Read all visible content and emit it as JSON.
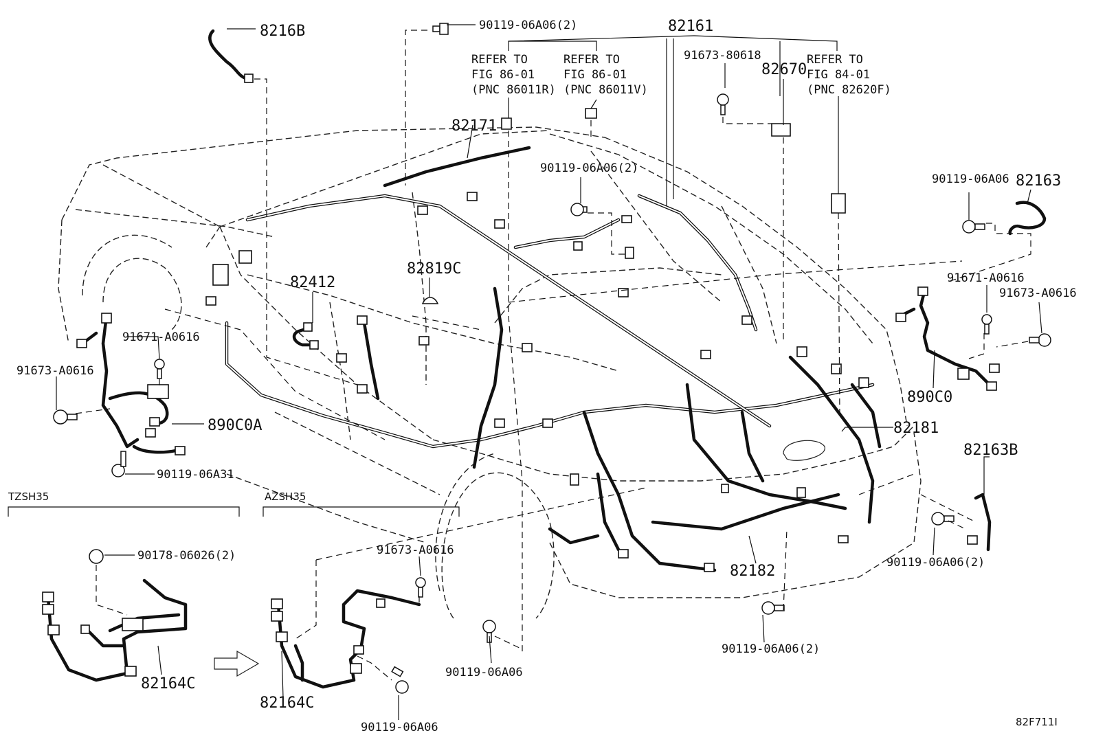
{
  "diagram_id": "82F711I",
  "variants": {
    "left": "TZSH35",
    "right": "AZSH35"
  },
  "parts": {
    "p8216B": "8216B",
    "p82161": "82161",
    "p82171": "82171",
    "p82670": "82670",
    "p82163": "82163",
    "p82412": "82412",
    "p82819C": "82819C",
    "p890C0A": "890C0A",
    "p890C0": "890C0",
    "p82181": "82181",
    "p82182": "82182",
    "p82163B": "82163B",
    "p82164C_left": "82164C",
    "p82164C_right": "82164C",
    "b_top": "90119-06A06(2)",
    "b_mid": "90119-06A06(2)",
    "b_91673_80618": "91673-80618",
    "b_right_top": "90119-06A06",
    "b_91671_right": "91671-A0616",
    "b_91673_right": "91673-A0616",
    "b_91671_left": "91671-A0616",
    "b_91673_left": "91673-A0616",
    "b_90119_06A31": "90119-06A31",
    "b_90178": "90178-06026(2)",
    "b_91673_center": "91673-A0616",
    "b_90119_center": "90119-06A06",
    "b_90119_bottom": "90119-06A06",
    "b_90119_right_low": "90119-06A06(2)",
    "b_90119_bottom_mid": "90119-06A06(2)"
  },
  "refs": [
    {
      "line1": "REFER TO",
      "line2": "FIG 86-01",
      "line3": "(PNC 86011R)"
    },
    {
      "line1": "REFER TO",
      "line2": "FIG 86-01",
      "line3": "(PNC 86011V)"
    },
    {
      "line1": "REFER TO",
      "line2": "FIG 84-01",
      "line3": "(PNC 82620F)"
    }
  ]
}
